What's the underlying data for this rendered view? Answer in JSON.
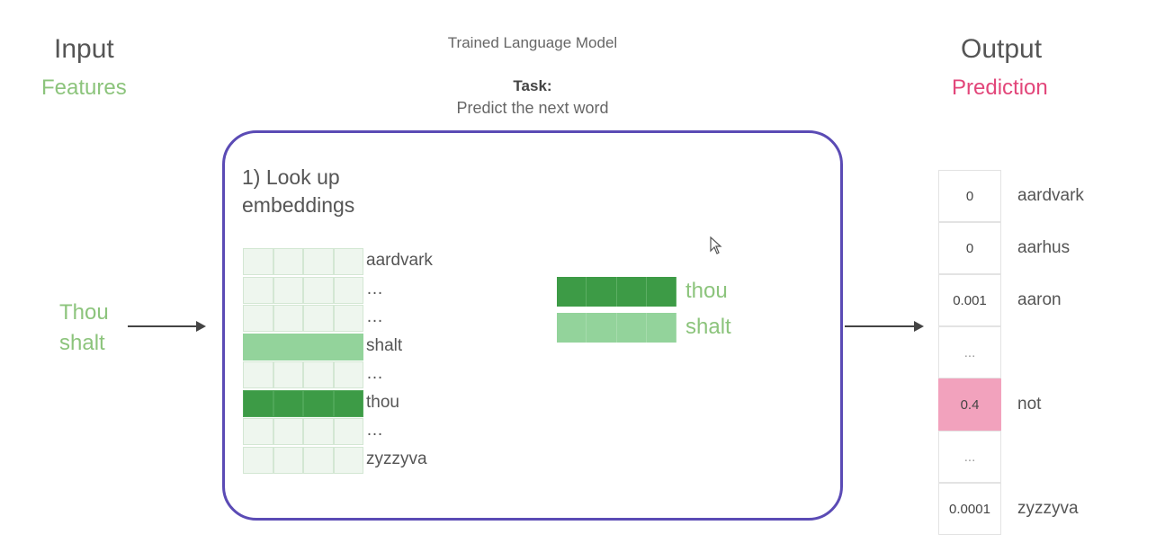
{
  "input": {
    "title": "Input",
    "subtitle": "Features",
    "words": [
      "Thou",
      "shalt"
    ]
  },
  "model": {
    "title": "Trained Language Model",
    "task_label": "Task:",
    "task_text": "Predict the next word",
    "step_label": "1) Look up embeddings",
    "vocab_rows": [
      {
        "label": "aardvark",
        "shade": "none"
      },
      {
        "label": "…",
        "shade": "none"
      },
      {
        "label": "…",
        "shade": "none"
      },
      {
        "label": "shalt",
        "shade": "light"
      },
      {
        "label": "…",
        "shade": "none"
      },
      {
        "label": "thou",
        "shade": "dark"
      },
      {
        "label": "…",
        "shade": "none"
      },
      {
        "label": "zyzzyva",
        "shade": "none"
      }
    ],
    "embeddings": [
      {
        "label": "thou",
        "shade": "dark"
      },
      {
        "label": "shalt",
        "shade": "light"
      }
    ]
  },
  "output": {
    "title": "Output",
    "subtitle": "Prediction",
    "rows": [
      {
        "value": "0",
        "word": "aardvark"
      },
      {
        "value": "0",
        "word": "aarhus"
      },
      {
        "value": "0.001",
        "word": "aaron"
      },
      {
        "value": "...",
        "word": ""
      },
      {
        "value": "0.4",
        "word": "not",
        "highlight": true
      },
      {
        "value": "...",
        "word": ""
      },
      {
        "value": "0.0001",
        "word": "zyzzyva"
      }
    ]
  },
  "colors": {
    "green_text": "#8cc47c",
    "dark_green": "#3d9b46",
    "light_green": "#93d39b",
    "pale_green": "#eef6ee",
    "pink_text": "#e2467a",
    "pink_fill": "#f2a2bd",
    "model_border": "#5b4bb5"
  }
}
